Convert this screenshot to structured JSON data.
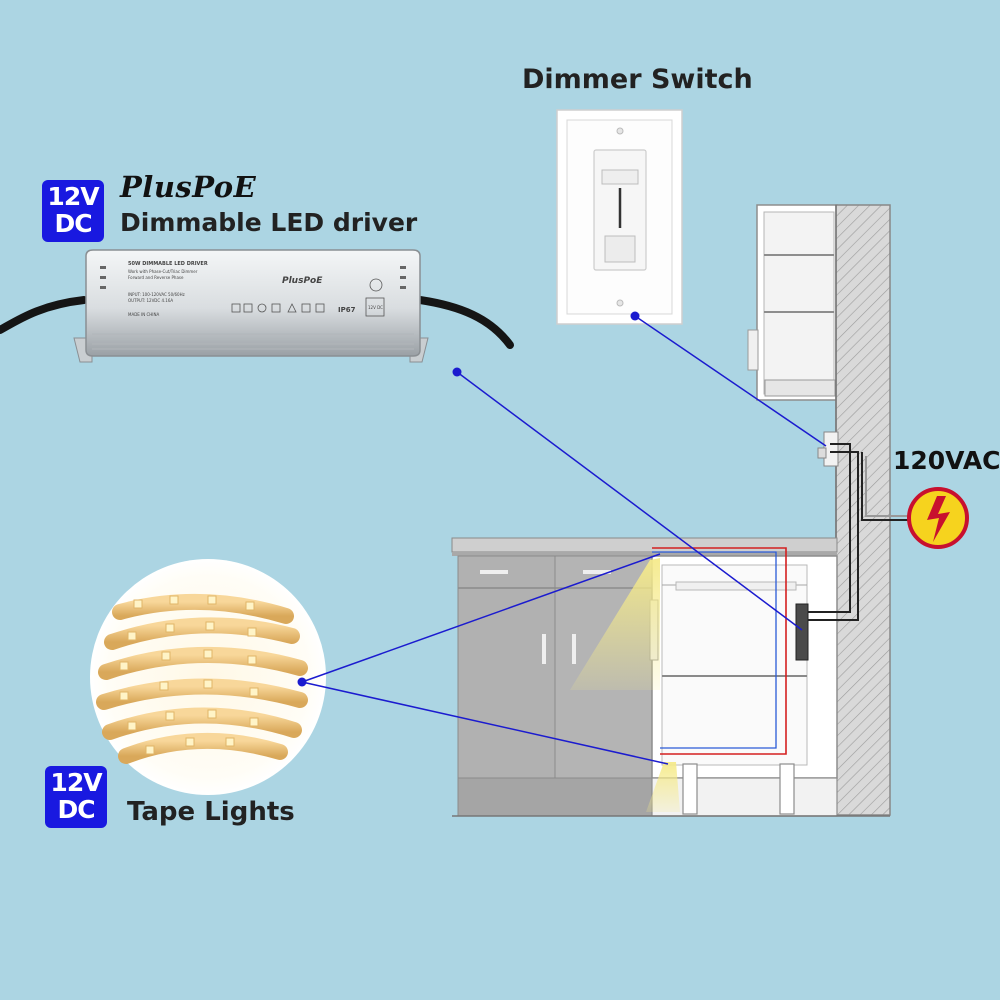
{
  "labels": {
    "dimmer_switch": "Dimmer Switch",
    "brand": "PlusPoE",
    "driver": "Dimmable LED driver",
    "tape_lights": "Tape Lights",
    "mains": "120VAC"
  },
  "badges": {
    "driver_badge": {
      "line1": "12V",
      "line2": "DC"
    },
    "tape_badge": {
      "line1": "12V",
      "line2": "DC"
    }
  },
  "driver_unit": {
    "title": "50W DIMMABLE LED DRIVER",
    "brand_small": "PlusPoE",
    "rating": "IP67",
    "voltage": "12V DC",
    "spec_line1": "Work with Phase-Cut/Triac Dimmer",
    "spec_line2": "Forward and Reverse Phase",
    "spec_line3": "INPUT: 100-120VAC 50/60Hz",
    "spec_line4": "OUTPUT: 12VDC 4.16A",
    "made_in": "MADE IN CHINA"
  },
  "colors": {
    "background": "#acd5e3",
    "badge": "#1919e0",
    "connector_line": "#1b1bcf",
    "live_wire": "#d42020",
    "hazard_fill": "#f6d31e",
    "hazard_ring": "#c8102e",
    "light_beam": "#f0e68c"
  },
  "icons": {
    "mains_symbol": "lightning-hazard-icon",
    "dimmer": "slide-dimmer-icon"
  }
}
